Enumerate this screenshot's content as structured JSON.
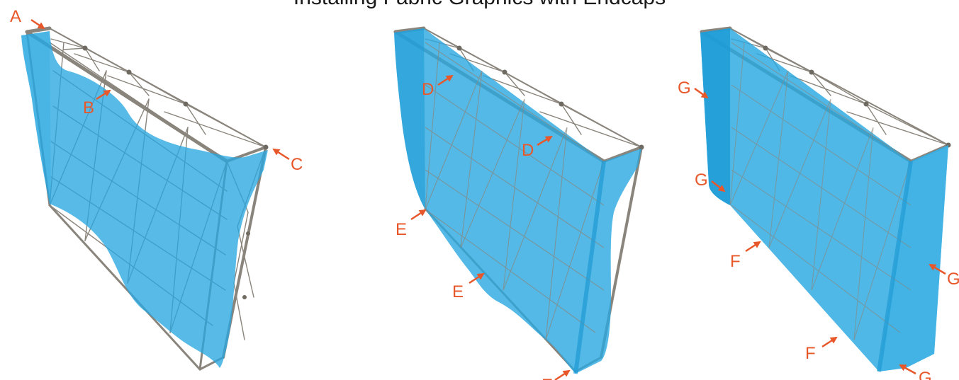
{
  "title": "Installing Fabric Graphics with Endcaps",
  "colors": {
    "frame": "#8a857c",
    "fabric": "#29a8e0",
    "arrow": "#e8572a"
  },
  "labels": {
    "a": "A",
    "b": "B",
    "c": "C",
    "d1": "D",
    "d2": "D",
    "e1": "E",
    "e2": "E",
    "e3": "E",
    "g1": "G",
    "g2": "G",
    "g3": "G",
    "g4": "G",
    "f1": "F",
    "f2": "F"
  }
}
